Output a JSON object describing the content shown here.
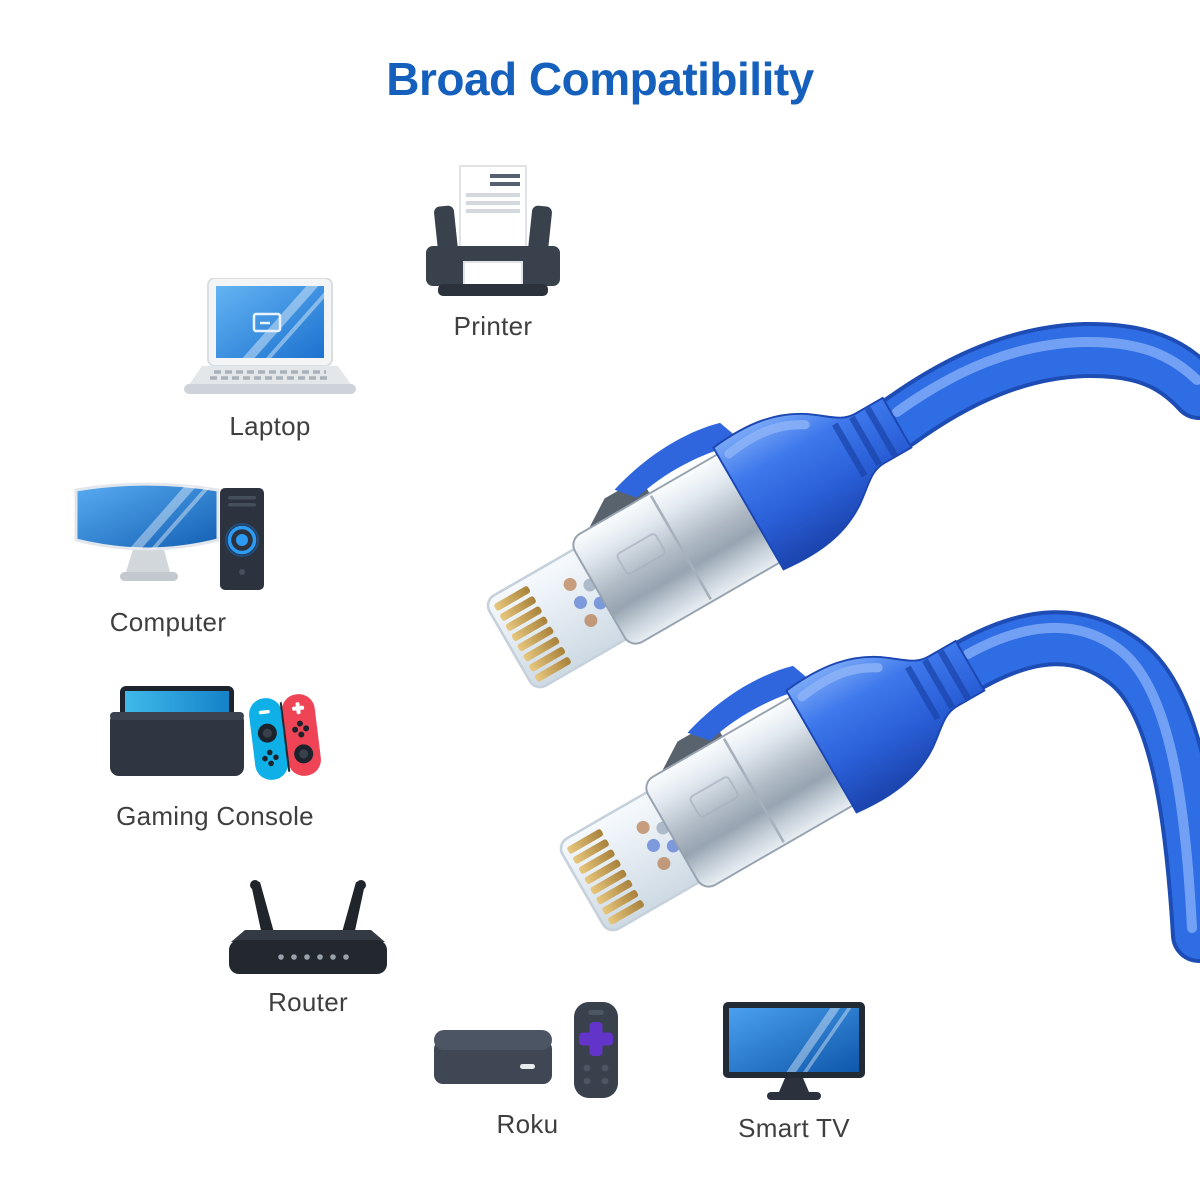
{
  "title": "Broad Compatibility",
  "devices": [
    {
      "id": "printer",
      "label": "Printer"
    },
    {
      "id": "laptop",
      "label": "Laptop"
    },
    {
      "id": "computer",
      "label": "Computer"
    },
    {
      "id": "gaming-console",
      "label": "Gaming Console"
    },
    {
      "id": "router",
      "label": "Router"
    },
    {
      "id": "roku",
      "label": "Roku"
    },
    {
      "id": "smart-tv",
      "label": "Smart TV"
    }
  ],
  "illustration": {
    "name": "ethernet-cable-rj45-connectors",
    "connector_count": 2
  },
  "colors": {
    "title": "#1560BD",
    "label": "#3F3F3F",
    "background": "#FFFFFF",
    "cable_blue": "#2F6DE4",
    "boot_blue": "#2A5FD8",
    "screen_blue": "#2B8FE6",
    "device_dark": "#2E3540",
    "joycon_blue": "#0FB0E8",
    "joycon_red": "#EF4456",
    "remote_purple": "#6234C9"
  }
}
